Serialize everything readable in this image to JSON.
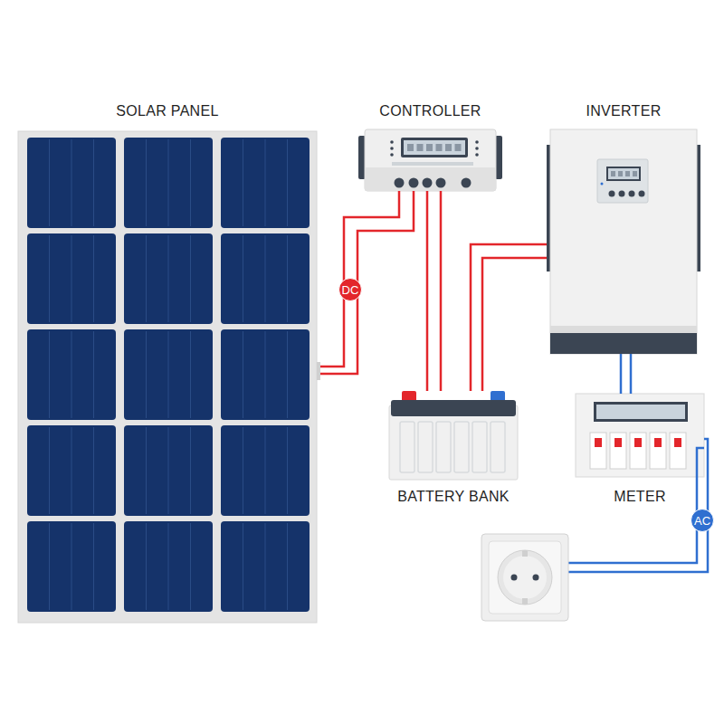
{
  "diagram": {
    "nodes": [
      {
        "text": [
          "SOLAR PANEL"
        ]
      },
      {
        "text": [
          "CONTROLLER"
        ]
      },
      {
        "text": [
          "INVERTER"
        ]
      },
      {
        "text": [
          "BATTERY BANK"
        ]
      },
      {
        "text": [
          "METER"
        ]
      }
    ],
    "edges": [
      {
        "from": 0,
        "to": 1,
        "label": "DC",
        "arrow": "none"
      },
      {
        "from": 1,
        "to": 3,
        "arrow": "none"
      },
      {
        "from": 3,
        "to": 2,
        "arrow": "none"
      },
      {
        "from": 2,
        "to": 4,
        "arrow": "none"
      }
    ],
    "labels": [
      "AC"
    ]
  }
}
